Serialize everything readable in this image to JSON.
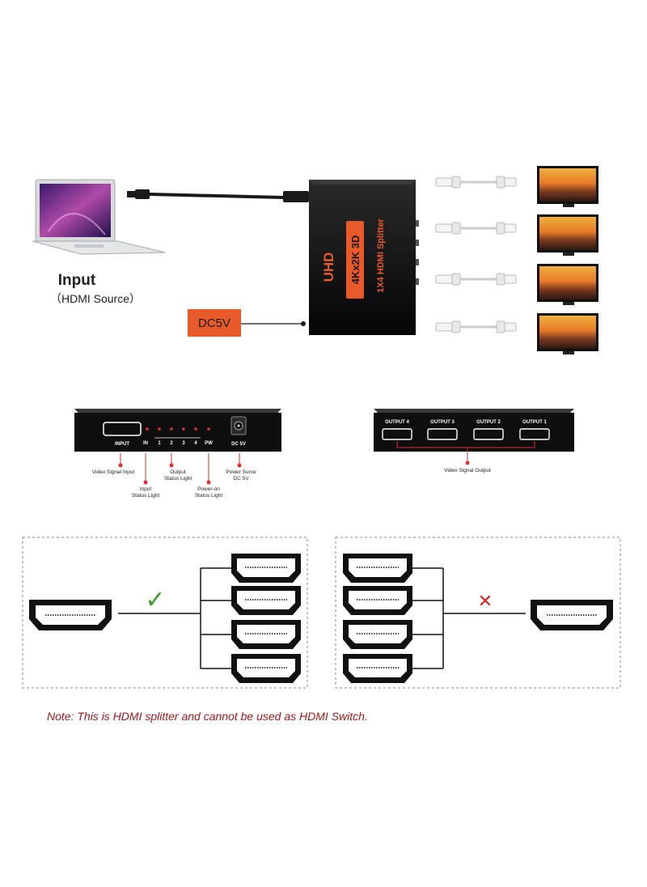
{
  "input": {
    "title": "Input",
    "subtitle": "（HDMI Source）"
  },
  "power": {
    "label": "DC5V"
  },
  "splitter": {
    "brand": "UHD",
    "spec": "4Kx2K 3D",
    "model": "1X4 HDMI Splitter"
  },
  "front_panel": {
    "port_label": "INPUT",
    "indicators": [
      "IN",
      "1",
      "2",
      "3",
      "4",
      "PW"
    ],
    "dc_label": "DC 5V",
    "callouts": {
      "video_input": "Video Signal Input",
      "input_status_1": "Input",
      "input_status_2": "Status Light",
      "output_status_1": "Output",
      "output_status_2": "Status Light",
      "power_status_1": "Power-on",
      "power_status_2": "Status Light",
      "power_source_1": "Power Surce",
      "power_source_2": "DC 5V"
    }
  },
  "back_panel": {
    "ports": [
      "OUTPUT 4",
      "OUTPUT 3",
      "OUTPUT 2",
      "OUTPUT 1"
    ],
    "callout": "Video Signal Output"
  },
  "usage": {
    "ok_mark": "✓",
    "bad_mark": "✕"
  },
  "note": "Note: This is HDMI splitter and cannot be used as HDMI Switch.",
  "colors": {
    "accent_orange": "#e85a2a",
    "note_red": "#a21a1a",
    "check_green": "#3aa02a",
    "cross_red": "#d42020"
  }
}
